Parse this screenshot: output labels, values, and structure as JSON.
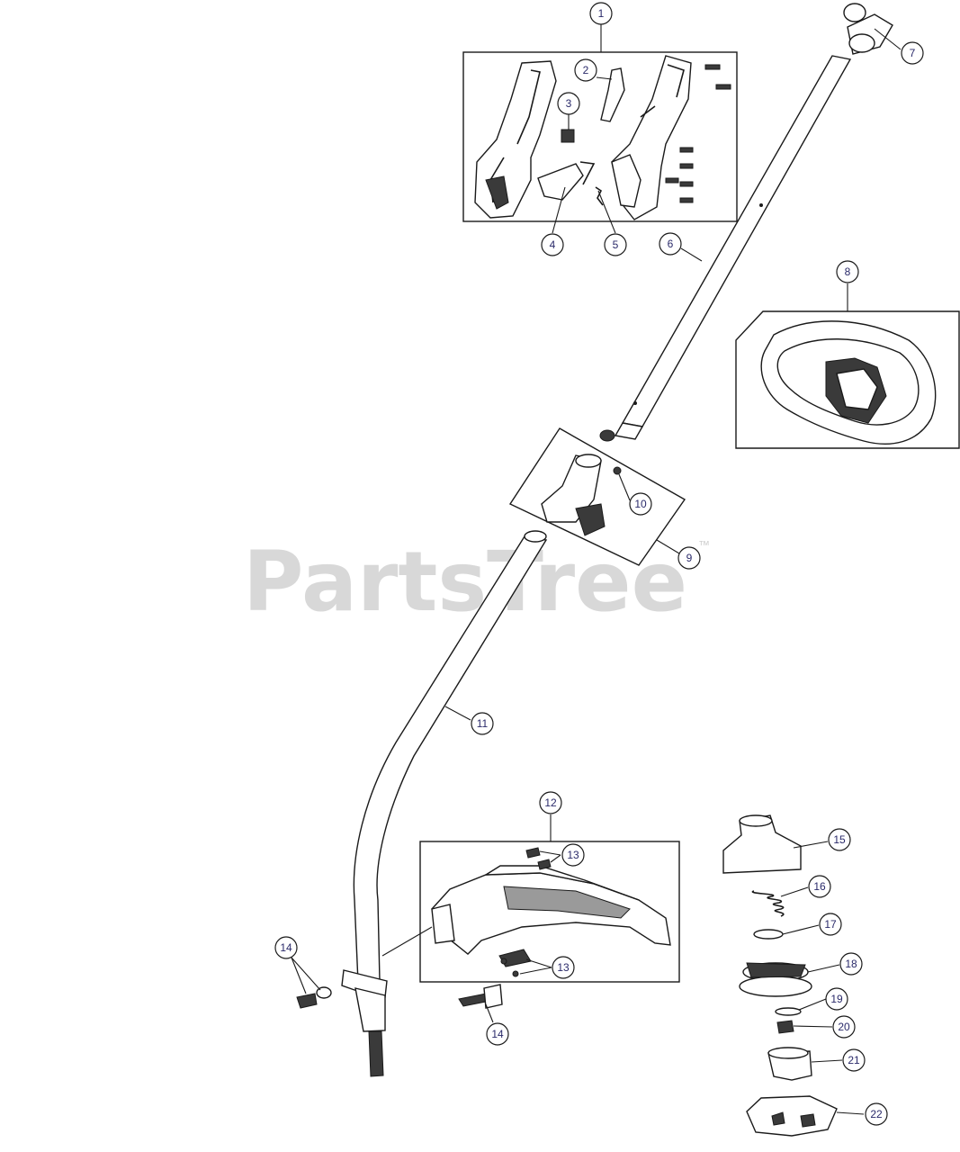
{
  "watermark": {
    "text": "PartsTree",
    "mark": "™"
  },
  "callouts": [
    {
      "id": "c1",
      "label": "1"
    },
    {
      "id": "c2",
      "label": "2"
    },
    {
      "id": "c3",
      "label": "3"
    },
    {
      "id": "c4",
      "label": "4"
    },
    {
      "id": "c5",
      "label": "5"
    },
    {
      "id": "c6",
      "label": "6"
    },
    {
      "id": "c7",
      "label": "7"
    },
    {
      "id": "c8",
      "label": "8"
    },
    {
      "id": "c9",
      "label": "9"
    },
    {
      "id": "c10",
      "label": "10"
    },
    {
      "id": "c11",
      "label": "11"
    },
    {
      "id": "c12",
      "label": "12"
    },
    {
      "id": "c13a",
      "label": "13"
    },
    {
      "id": "c13b",
      "label": "13"
    },
    {
      "id": "c14a",
      "label": "14"
    },
    {
      "id": "c14b",
      "label": "14"
    },
    {
      "id": "c15",
      "label": "15"
    },
    {
      "id": "c16",
      "label": "16"
    },
    {
      "id": "c17",
      "label": "17"
    },
    {
      "id": "c18",
      "label": "18"
    },
    {
      "id": "c19",
      "label": "19"
    },
    {
      "id": "c20",
      "label": "20"
    },
    {
      "id": "c21",
      "label": "21"
    },
    {
      "id": "c22",
      "label": "22"
    }
  ]
}
